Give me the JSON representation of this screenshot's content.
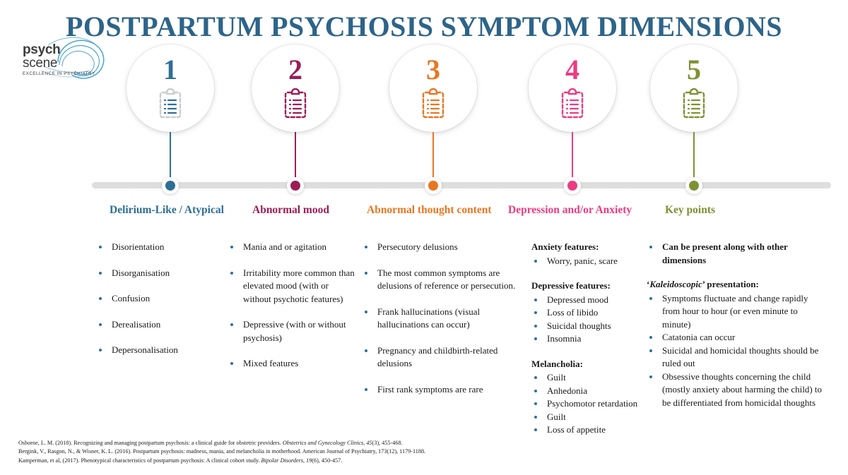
{
  "logo": {
    "line1": "psych",
    "line2": "scene",
    "tagline": "EXCELLENCE IN PSYCHIATRY",
    "icon": "psych-scene-swirl-logo",
    "color": "#3c9ccb"
  },
  "header": {
    "title": "POSTPARTUM PSYCHOSIS SYMPTOM DIMENSIONS",
    "title_color": "#2d6489"
  },
  "timeline": {
    "track_color": "#dedede",
    "steps": [
      {
        "number": "1",
        "color": "#2e6f96",
        "icon": "clipboard-checklist-icon",
        "icon_color": "#c9ccce",
        "heading": "Delirium-Like / Atypical"
      },
      {
        "number": "2",
        "color": "#9c1d56",
        "icon": "clipboard-checklist-icon",
        "icon_color": "#9c1d56",
        "heading": "Abnormal mood"
      },
      {
        "number": "3",
        "color": "#e87722",
        "icon": "clipboard-checklist-icon",
        "icon_color": "#e87722",
        "heading": "Abnormal thought content"
      },
      {
        "number": "4",
        "color": "#ec3b83",
        "icon": "clipboard-checklist-icon",
        "icon_color": "#ec3b83",
        "heading": "Depression and/or Anxiety"
      },
      {
        "number": "5",
        "color": "#7d9232",
        "icon": "clipboard-checklist-icon",
        "icon_color": "#7d9232",
        "heading": "Key points"
      }
    ]
  },
  "columns": {
    "col1": {
      "items": [
        "Disorientation",
        "Disorganisation",
        "Confusion",
        "Derealisation",
        "Depersonalisation"
      ]
    },
    "col2": {
      "items": [
        "Mania and or agitation",
        "Irritability more common than elevated mood (with or without psychotic features)",
        "Depressive (with or without psychosis)",
        "Mixed features"
      ]
    },
    "col3": {
      "items": [
        "Persecutory delusions",
        "The most common symptoms are delusions of reference or persecution.",
        "Frank hallucinations (visual hallucinations can occur)",
        "Pregnancy and childbirth-related delusions",
        "First rank symptoms are rare"
      ]
    },
    "col4": {
      "groups": [
        {
          "label": "Anxiety features:",
          "items": [
            "Worry, panic, scare"
          ]
        },
        {
          "label": "Depressive features:",
          "items": [
            "Depressed mood",
            "Loss of libido",
            "Suicidal thoughts",
            "Insomnia"
          ]
        },
        {
          "label": "Melancholia:",
          "items": [
            "Guilt",
            "Anhedonia",
            "Psychomotor retardation",
            "Guilt",
            "Loss of appetite"
          ]
        }
      ]
    },
    "col5": {
      "first_item": "Can be present along with other dimensions",
      "kaleidoscopic_quote_open": "‘",
      "kaleidoscopic_word": "Kaleidoscopic",
      "kaleidoscopic_quote_close": "’",
      "kaleidoscopic_rest": " presentation:",
      "items": [
        "Symptoms fluctuate and change rapidly from hour to hour (or even minute to minute)",
        "Catatonia can occur",
        "Suicidal and homicidal thoughts should be ruled out",
        "Obsessive thoughts concerning the child (mostly anxiety about harming the child) to be differentiated from homicidal thoughts"
      ]
    }
  },
  "references": [
    {
      "plain1": "Osborne, L. M. (2018). Recognizing and managing postpartum psychosis: a clinical guide for obstetric providers. ",
      "italic": "Obstetrics and Gynecology Clinics, 45",
      "plain2": "(3), 455-468."
    },
    {
      "plain1": "Bergink, V., Rasgon, N., & Wisner, K. L. (2016). Postpartum psychosis: madness, mania, and melancholia in motherhood. American Journal of Psychiatry, 173(12), 1179-1188.",
      "italic": "",
      "plain2": ""
    },
    {
      "plain1": "Kamperman, et al, (2017). Phenotypical characteristics of postpartum psychosis: A clinical cohort study. ",
      "italic": "Bipolar Disorders, 19",
      "plain2": "(6), 450-457."
    }
  ]
}
